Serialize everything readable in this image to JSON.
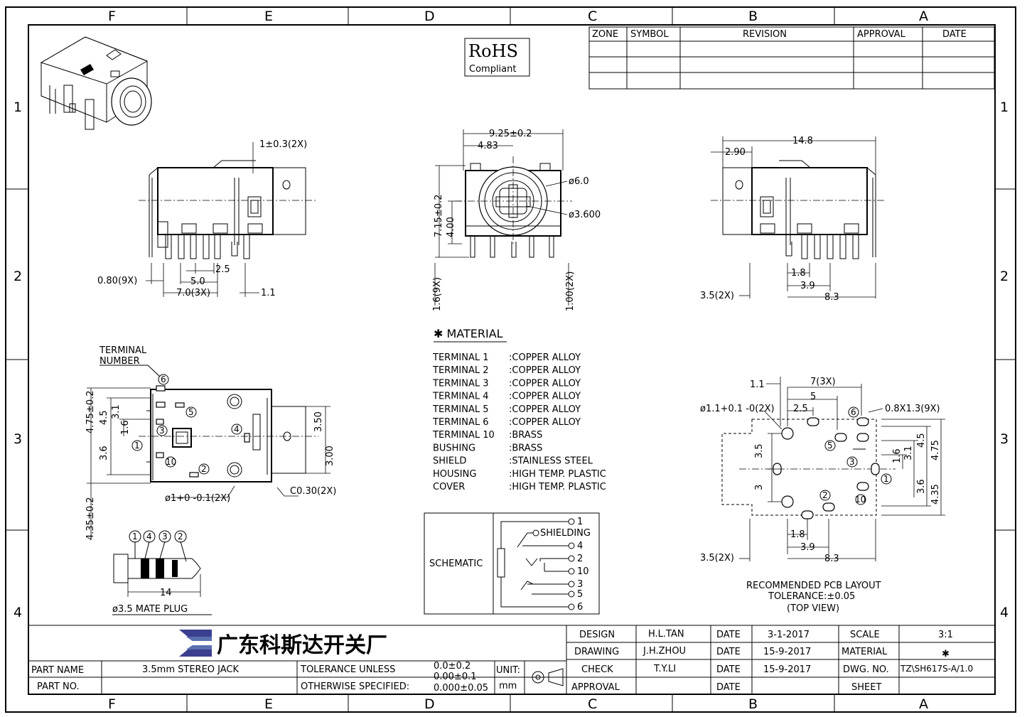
{
  "frame": {
    "zones_cols": [
      "F",
      "E",
      "D",
      "C",
      "B",
      "A"
    ],
    "zones_rows": [
      "1",
      "2",
      "3",
      "4"
    ]
  },
  "revision_table": {
    "headers": [
      "ZONE",
      "SYMBOL",
      "REVISION",
      "APPROVAL",
      "DATE"
    ]
  },
  "rohs": {
    "title": "RoHS",
    "subtitle": "Compliant"
  },
  "side_view": {
    "d_1": "1±0.3(2X)",
    "d_080": "0.80(9X)",
    "d_25": "2.5",
    "d_50": "5.0",
    "d_70": "7.0(3X)",
    "d_11": "1.1"
  },
  "front_view": {
    "d_925": "9.25±0.2",
    "d_483": "4.83",
    "d_715": "7.15±0.2",
    "d_400": "4.00",
    "d_phi6": "ø6.0",
    "d_phi36": "ø3.600",
    "d_16": "1.6(9X)",
    "d_100": "1.00(2X)"
  },
  "rear_view": {
    "d_148": "14.8",
    "d_290": "2.90",
    "d_18": "1.8",
    "d_39": "3.9",
    "d_83": "8.3",
    "d_35": "3.5(2X)"
  },
  "top_view": {
    "terminal_number": "TERMINAL\nNUMBER",
    "d_475": "4.75±0.2",
    "d_45": "4.5",
    "d_31": "3.1",
    "d_16": "1.6",
    "d_36": "3.6",
    "d_435": "4.35±0.2",
    "d_350": "3.50",
    "d_300": "3.00",
    "d_hole": "ø1+0 -0.1(2X)",
    "d_c030": "C0.30(2X)",
    "terminals": [
      "1",
      "2",
      "3",
      "4",
      "5",
      "6",
      "10"
    ]
  },
  "plug": {
    "labels": [
      "1",
      "4",
      "3",
      "2"
    ],
    "d_14": "14",
    "title": "ø3.5 MATE PLUG"
  },
  "material": {
    "heading": "✱ MATERIAL",
    "rows": [
      {
        "part": "TERMINAL 1",
        "mat": ":COPPER ALLOY"
      },
      {
        "part": "TERMINAL 2",
        "mat": ":COPPER ALLOY"
      },
      {
        "part": "TERMINAL 3",
        "mat": ":COPPER ALLOY"
      },
      {
        "part": "TERMINAL 4",
        "mat": ":COPPER ALLOY"
      },
      {
        "part": "TERMINAL 5",
        "mat": ":COPPER ALLOY"
      },
      {
        "part": "TERMINAL 6",
        "mat": ":COPPER ALLOY"
      },
      {
        "part": "TERMINAL 10",
        "mat": ":BRASS"
      },
      {
        "part": "BUSHING",
        "mat": ":BRASS"
      },
      {
        "part": "SHIELD",
        "mat": ":STAINLESS STEEL"
      },
      {
        "part": "HOUSING",
        "mat": ":HIGH TEMP. PLASTIC"
      },
      {
        "part": "COVER",
        "mat": ":HIGH TEMP. PLASTIC"
      }
    ]
  },
  "schematic": {
    "label": "SCHEMATIC",
    "pins": [
      "1",
      "SHIELDING",
      "4",
      "2",
      "10",
      "3",
      "5",
      "6"
    ]
  },
  "pcb_layout": {
    "d_11": "1.1",
    "d_7": "7(3X)",
    "d_5": "5",
    "d_25": "2.5",
    "d_hole": "ø1.1+0.1 -0(2X)",
    "d_slot": "0.8X1.3(9X)",
    "d_35": "3.5",
    "d_3": "3",
    "d_16": "1.6",
    "d_31": "3.1",
    "d_45": "4.5",
    "d_475": "4.75",
    "d_36": "3.6",
    "d_435": "4.35",
    "d_18": "1.8",
    "d_39": "3.9",
    "d_83": "8.3",
    "d_35b": "3.5(2X)",
    "caption": [
      "RECOMMENDED PCB LAYOUT",
      "TOLERANCE:±0.05",
      "(TOP VIEW)"
    ]
  },
  "title_block": {
    "company": "广东科斯达开关厂",
    "part_name_label": "PART NAME",
    "part_name": "3.5mm STEREO JACK",
    "part_no_label": "PART NO.",
    "tol_label": "TOLERANCE UNLESS",
    "tol_label2": "OTHERWISE SPECIFIED:",
    "tol_values": [
      "0.0±0.2",
      "0.00±0.1",
      "0.000±0.05"
    ],
    "unit_label": "UNIT:",
    "unit": "mm",
    "design_label": "DESIGN",
    "design": "H.L.TAN",
    "drawing_label": "DRAWING",
    "drawing": "J.H.ZHOU",
    "check_label": "CHECK",
    "check": "T.Y.LI",
    "approval_label": "APPROVAL",
    "date_label": "DATE",
    "date1": "3-1-2017",
    "date2": "15-9-2017",
    "date3": "15-9-2017",
    "scale_label": "SCALE",
    "scale": "3:1",
    "material_label": "MATERIAL",
    "material": "✱",
    "dwg_label": "DWG. NO.",
    "dwg_no": "TZ\\SH617S-A/1.0",
    "sheet_label": "SHEET"
  }
}
